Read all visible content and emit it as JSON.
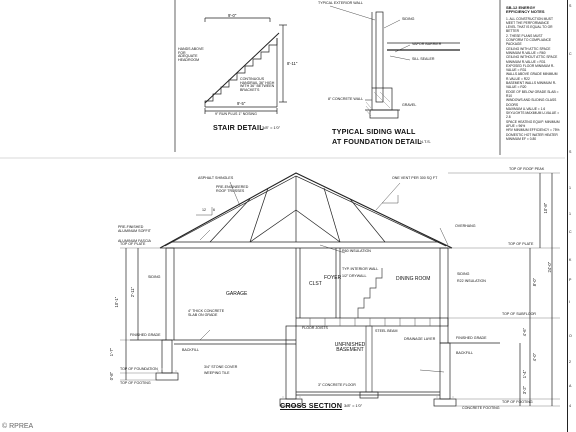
{
  "sheet": {
    "stair_detail": {
      "title": "STAIR DETAIL",
      "scale": "3/8\" = 1'0\"",
      "dims": {
        "top": "9'-0\"",
        "side": "8'-11\"",
        "run": "9'-5\""
      },
      "notes": [
        "HANDS ABOVE FOR ADEQUATE HEADROOM",
        "CONTINUOUS HANDRAIL 36\" HIGH WITH 36\" BETWEEN BRACKETS"
      ],
      "bottom_note": "9\" RUN PLUS 1\" NOSING"
    },
    "siding_detail": {
      "title_line1": "TYPICAL SIDING WALL",
      "title_line2": "AT FOUNDATION DETAIL",
      "scale": "N.T.S.",
      "labels": [
        "TYPICAL EXTERIOR WALL",
        "SIDING",
        "VAPOR BARRIER",
        "SILL SEALER",
        "8\" CONCRETE WALL",
        "GRAVEL"
      ]
    },
    "energy_notes": {
      "title": "SB-12 ENERGY EFFICIENCY NOTES",
      "lines": [
        "1. ALL CONSTRUCTION MUST MEET THE PERFORMANCE LEVEL THAT IS EQUAL TO OR BETTER",
        "2. THESE PLANS MUST CONFORM TO COMPLIANCE PACKAGE",
        "CEILING WITH ATTIC SPACE MINIMUM R-VALUE = R60",
        "CEILING WITHOUT ATTIC SPACE MINIMUM R-VALUE = R31",
        "EXPOSED FLOOR MINIMUM R-VALUE = R31",
        "WALLS ABOVE GRADE MINIMUM R-VALUE = R22",
        "BASEMENT WALLS MINIMUM R-VALUE = R20",
        "EDGE OF BELOW GRADE SLAB = R10",
        "WINDOWS AND SLIDING GLASS DOORS",
        "MAXIMUM U-VALUE = 1.6",
        "SKYLIGHTS MAXIMUM U-VALUE = 2.8",
        "SPACE HEATING EQUIP. MINIMUM AFUE = 96%",
        "HRV MINIMUM EFFICIENCY = 75%",
        "DOMESTIC HOT WATER HEATER MINIMUM EF = 0.80"
      ]
    },
    "cross_section": {
      "title": "CROSS SECTION",
      "scale": "3/8\" = 1'0\"",
      "rooms": [
        "GARAGE",
        "CLST",
        "FOYER",
        "DINING ROOM",
        "UNFINISHED BASEMENT"
      ],
      "labels": {
        "shingles": "ASPHALT SHINGLES",
        "pitch": "12",
        "pitch_rise": "6",
        "truss": "PRE-ENGINEERED ROOF TRUSSES",
        "vent": "ONE VENT PER 300 SQ FT",
        "soffit": "PRE-FINISHED ALUMINUM SOFFIT",
        "fascia": "ALUMINUM FASCIA",
        "ceiling": "R60 INSULATION",
        "siding": "SIDING",
        "wall_ins": "R22 INSULATION",
        "backfill_l": "BACKFILL",
        "backfill_r": "BACKFILL",
        "finished_grade_l": "FINISHED GRADE",
        "finished_grade_r": "FINISHED GRADE",
        "top_of_roof": "TOP OF ROOF PEAK",
        "top_of_plate": "TOP OF PLATE",
        "top_of_subfloor": "TOP OF SUBFLOOR",
        "top_of_footing": "TOP OF FOOTING",
        "top_of_foundation": "TOP OF FOUNDATION",
        "garage_slab": "4\" THICK CONCRETE SLAB ON GRADE",
        "basement_slab": "3\" CONCRETE FLOOR",
        "stone": "3/4\" STONE COVER",
        "weeping_tile": "WEEPING TILE",
        "footing": "CONCRETE FOOTING",
        "floor_joists": "FLOOR JOISTS",
        "beam": "STEEL BEAM",
        "drainage": "DRAINAGE LAYER",
        "interior_wall": "TYP. INTERIOR WALL",
        "gypsum": "1/2\" DRYWALL",
        "overhang": "OVERHANG"
      },
      "dims": {
        "overall": "24'-0\"",
        "left_wall": "10'-1\"",
        "right_height": "10'-8\"",
        "foundation_1": "8'-0\"",
        "foundation_2": "4'-0\"",
        "sub_1": "2'-11\"",
        "sub_2": "1'-4\"",
        "sub_3": "1'-7\"",
        "sub_4": "0'-8\"",
        "sub_5": "4'-6\"",
        "sub_6": "3'-2\""
      }
    },
    "title_block": {
      "chars": [
        "S",
        "C",
        "S",
        "1",
        "1",
        "C",
        "K",
        "P",
        "I",
        "O",
        "2",
        "A",
        "4"
      ]
    },
    "watermark": "© RPREA"
  }
}
